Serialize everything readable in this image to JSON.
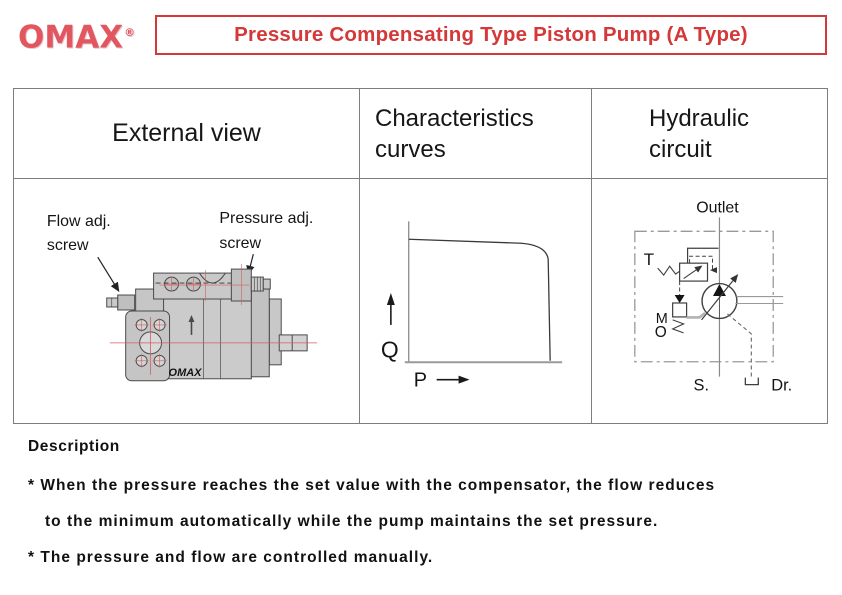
{
  "header": {
    "logo": {
      "text": "OMAX",
      "reg": "®",
      "color": "#e25660"
    },
    "title": {
      "text": "Pressure Compensating Type Piston Pump (A Type)",
      "color": "#d43838"
    }
  },
  "table": {
    "headers": {
      "col1": "External view",
      "col2": "Characteristics curves",
      "col3": "Hydraulic circuit"
    }
  },
  "external_view": {
    "label_flow_line1": "Flow adj.",
    "label_flow_line2": "screw",
    "label_pressure_line1": "Pressure adj.",
    "label_pressure_line2": "screw",
    "pump_brand": "OMAX"
  },
  "curves": {
    "y_label": "Q",
    "x_label": "P"
  },
  "circuit": {
    "outlet": "Outlet",
    "t": "T",
    "m": "M",
    "o": "O",
    "s": "S.",
    "dr": "Dr."
  },
  "description": {
    "heading": "Description",
    "lines": [
      "* When the pressure reaches the set value with the compensator, the flow reduces",
      "to the minimum automatically while the pump maintains the set pressure.",
      "* The pressure and flow are controlled manually."
    ]
  },
  "chart_data": {
    "type": "line",
    "title": "Characteristics curves (P-Q)",
    "xlabel": "P",
    "ylabel": "Q",
    "axis_numeric_labels": false,
    "grid": false,
    "legend": false,
    "series": [
      {
        "name": "flow-vs-pressure",
        "points_pct": [
          [
            0,
            97
          ],
          [
            55,
            95
          ],
          [
            85,
            93
          ],
          [
            91,
            88
          ],
          [
            94,
            55
          ],
          [
            95,
            0
          ]
        ],
        "note": "Flow Q stays near maximum as pressure P rises, then drops steeply to near zero at the compensator set pressure"
      }
    ]
  },
  "colors": {
    "brand_red": "#e25660",
    "title_red": "#d43838",
    "table_border": "#7d7d7d",
    "pump_body_gray": "#cbcbcb",
    "centerline_red": "#cf5f5f",
    "schematic_line": "#3f3f3f",
    "enclosure_gray": "#999999"
  }
}
